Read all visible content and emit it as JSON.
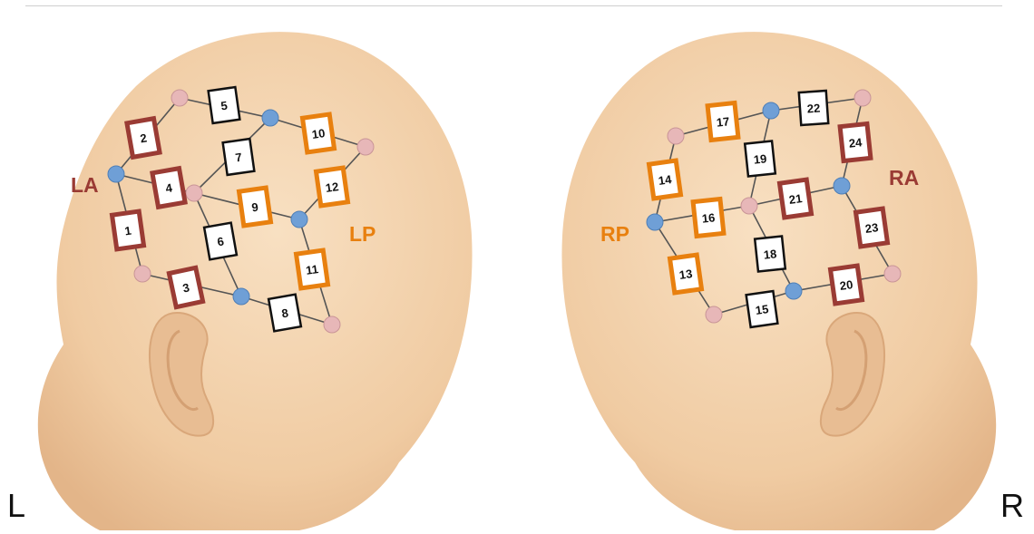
{
  "colors": {
    "skin": "#f3d3ae",
    "skin_shadow": "#e2b78b",
    "anterior": "#9a3b34",
    "posterior": "#e8800f",
    "neutral": "#111111",
    "source": "#e7b7b8",
    "detector": "#6f9fd6",
    "line": "#555555"
  },
  "side_labels": {
    "left": "L",
    "right": "R"
  },
  "regions": {
    "left_anterior": "LA",
    "left_posterior": "LP",
    "right_posterior": "RP",
    "right_anterior": "RA"
  },
  "channels": [
    {
      "id": "1",
      "group": "anterior"
    },
    {
      "id": "2",
      "group": "anterior"
    },
    {
      "id": "3",
      "group": "anterior"
    },
    {
      "id": "4",
      "group": "anterior"
    },
    {
      "id": "5",
      "group": "neutral"
    },
    {
      "id": "6",
      "group": "neutral"
    },
    {
      "id": "7",
      "group": "neutral"
    },
    {
      "id": "8",
      "group": "neutral"
    },
    {
      "id": "9",
      "group": "posterior"
    },
    {
      "id": "10",
      "group": "posterior"
    },
    {
      "id": "11",
      "group": "posterior"
    },
    {
      "id": "12",
      "group": "posterior"
    },
    {
      "id": "13",
      "group": "posterior"
    },
    {
      "id": "14",
      "group": "posterior"
    },
    {
      "id": "15",
      "group": "neutral"
    },
    {
      "id": "16",
      "group": "posterior"
    },
    {
      "id": "17",
      "group": "posterior"
    },
    {
      "id": "18",
      "group": "neutral"
    },
    {
      "id": "19",
      "group": "neutral"
    },
    {
      "id": "20",
      "group": "anterior"
    },
    {
      "id": "21",
      "group": "anterior"
    },
    {
      "id": "22",
      "group": "neutral"
    },
    {
      "id": "23",
      "group": "anterior"
    },
    {
      "id": "24",
      "group": "anterior"
    }
  ]
}
